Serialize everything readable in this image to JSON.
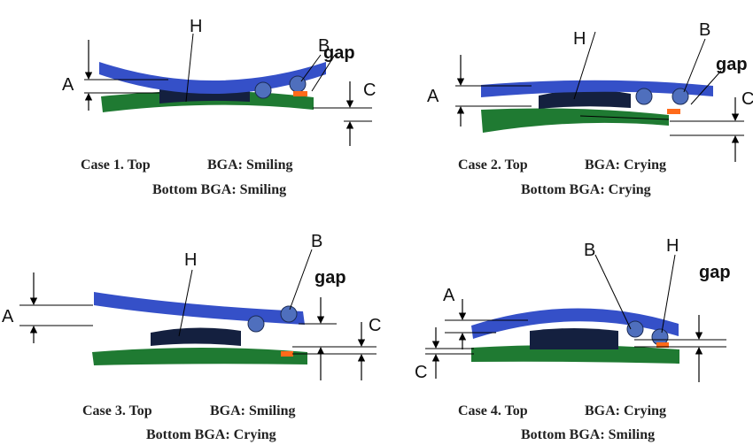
{
  "labels": {
    "H": "H",
    "B": "B",
    "A": "A",
    "C": "C",
    "gap": "gap"
  },
  "cases": [
    {
      "title": "Case 1. Top",
      "top_bga": "BGA: Smiling",
      "bottom": "Bottom BGA: Smiling"
    },
    {
      "title": "Case 2. Top",
      "top_bga": "BGA: Crying",
      "bottom": "Bottom BGA: Crying"
    },
    {
      "title": "Case 3. Top",
      "top_bga": "BGA: Smiling",
      "bottom": "Bottom BGA: Crying"
    },
    {
      "title": "Case 4. Top",
      "top_bga": "BGA: Crying",
      "bottom": "Bottom BGA: Smiling"
    }
  ],
  "colors": {
    "top_board": "#3550c8",
    "bottom_board": "#1f7a32",
    "component": "#14203f",
    "solder_ball": "#4f6fbd",
    "gap_marker": "#ff6a1a"
  }
}
